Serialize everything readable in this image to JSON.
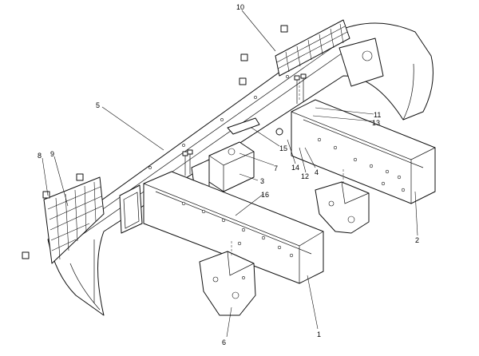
{
  "callouts": [
    {
      "number": "1"
    },
    {
      "number": "2"
    },
    {
      "number": "3"
    },
    {
      "number": "4"
    },
    {
      "number": "5"
    },
    {
      "number": "6"
    },
    {
      "number": "7"
    },
    {
      "number": "8"
    },
    {
      "number": "9"
    },
    {
      "number": "10"
    },
    {
      "number": "11"
    },
    {
      "number": "12"
    },
    {
      "number": "13"
    },
    {
      "number": "14"
    },
    {
      "number": "15"
    },
    {
      "number": "16"
    }
  ]
}
